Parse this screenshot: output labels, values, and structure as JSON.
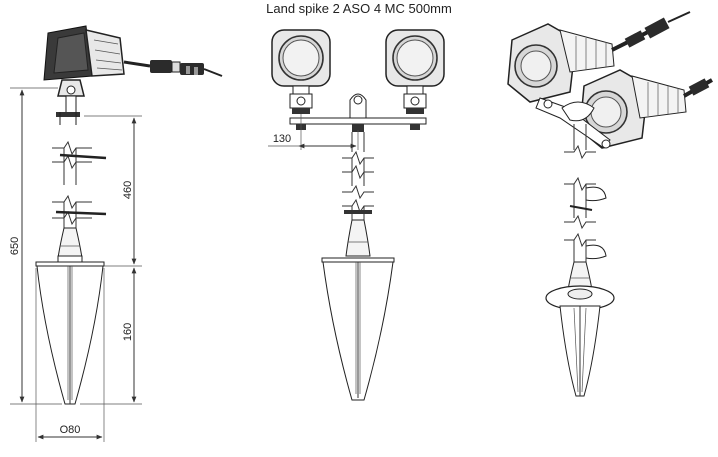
{
  "title": "Land spike 2 ASO 4 MC 500mm",
  "dimensions": {
    "total_height": "650",
    "upper_height": "460",
    "spike_height": "160",
    "spike_width": "O80",
    "arm_offset": "130"
  },
  "views": [
    "side-view",
    "front-view",
    "perspective-view"
  ]
}
